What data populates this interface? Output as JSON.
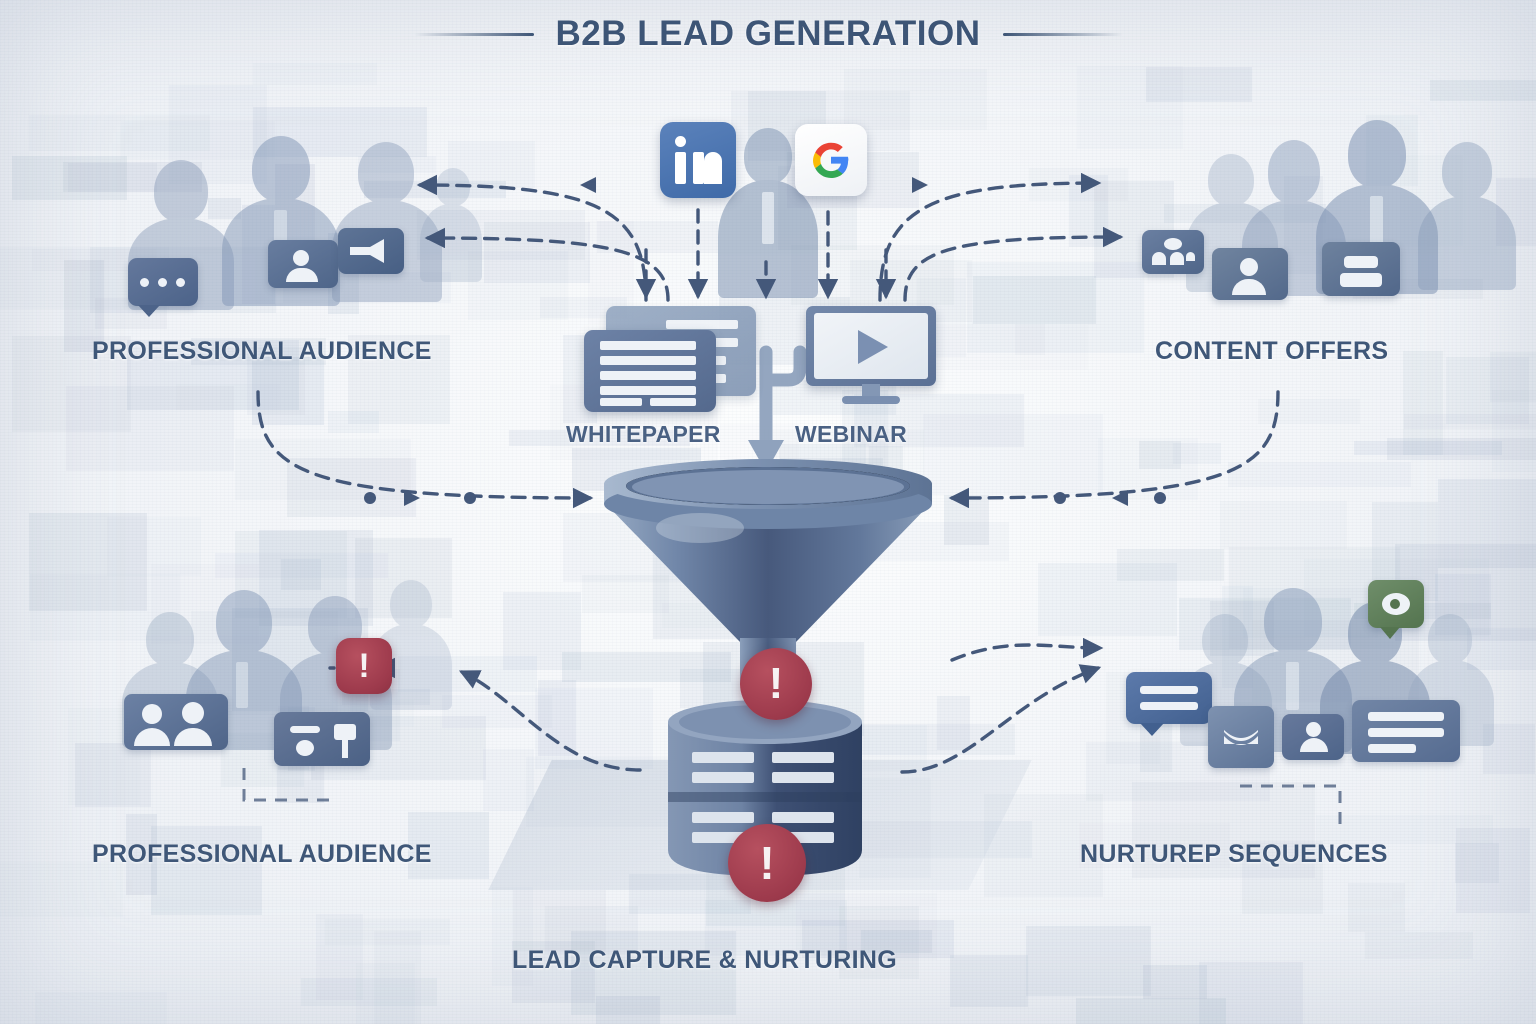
{
  "header": {
    "title": "B2B LEAD GENERATION",
    "rule_left": "horizontal-rule",
    "rule_right": "horizontal-rule"
  },
  "colors": {
    "title_navy": "#3d5576",
    "label_navy": "#3f5778",
    "arrow_navy": "#44587a",
    "silhouette_blue": "#8fa2bd",
    "card_blue": "#5c7architecture",
    "alert_red": "#9d3a4c",
    "linkedin_blue": "#4a74b0",
    "google_blue": "#4285f4",
    "google_red": "#ea4335",
    "google_yellow": "#fbbc05",
    "google_green": "#34a853",
    "accent_green": "#5f7d5a",
    "background": "#f4f6f9"
  },
  "labels": {
    "top_left": "PROFESSIONAL AUDIENCE",
    "top_right": "CONTENT OFFERS",
    "center_left": "WHITEPAPER",
    "center_right": "WEBINAR",
    "bottom_left": "PROFESSIONAL AUDIENCE",
    "bottom_right": "NURTUREP SEQUENCES",
    "bottom_center": "LEAD CAPTURE & NURTURING"
  },
  "nodes": [
    {
      "id": "source-linkedin",
      "icon": "linkedin-icon",
      "glyph": "in",
      "section": "top-center"
    },
    {
      "id": "source-google",
      "icon": "google-g-icon",
      "glyph": "G",
      "section": "top-center"
    },
    {
      "id": "source-person",
      "icon": "businessman-silhouette-icon",
      "section": "top-center"
    },
    {
      "id": "offer-whitepaper",
      "icon": "document-stack-icon",
      "label": "WHITEPAPER"
    },
    {
      "id": "offer-webinar",
      "icon": "monitor-play-icon",
      "label": "WEBINAR"
    },
    {
      "id": "funnel",
      "icon": "funnel-icon"
    },
    {
      "id": "database",
      "icon": "database-stack-icon"
    }
  ],
  "audience_top_left": {
    "icons": [
      "chat-bubble-icon",
      "contact-card-icon",
      "megaphone-icon"
    ],
    "people_count": 4
  },
  "audience_top_right": {
    "icons": [
      "group-card-icon",
      "person-card-icon",
      "briefcase-card-icon"
    ],
    "people_count": 4
  },
  "audience_bottom_left": {
    "icons": [
      "two-person-card-icon",
      "presenter-card-icon",
      "alert-badge-icon"
    ],
    "people_count": 4
  },
  "audience_bottom_right": {
    "icons": [
      "message-bubble-icon",
      "envelope-card-icon",
      "person-card-icon",
      "message-list-card-icon",
      "green-chat-bubble-icon"
    ],
    "people_count": 4
  },
  "alerts": [
    {
      "id": "funnel-output-alert",
      "symbol": "!"
    },
    {
      "id": "database-alert",
      "symbol": "!"
    },
    {
      "id": "audience-alert",
      "symbol": "!"
    }
  ],
  "flows": [
    {
      "id": "flow-source-to-audience-left",
      "style": "dashed",
      "direction": "left"
    },
    {
      "id": "flow-source-to-audience-right",
      "style": "dashed",
      "direction": "right"
    },
    {
      "id": "flow-source-to-offers",
      "style": "dashed",
      "direction": "down"
    },
    {
      "id": "flow-audience-to-funnel-left",
      "style": "dashed",
      "direction": "right"
    },
    {
      "id": "flow-offers-to-funnel-right",
      "style": "dashed",
      "direction": "left"
    },
    {
      "id": "flow-offers-into-funnel",
      "style": "solid",
      "direction": "down"
    },
    {
      "id": "flow-funnel-to-database",
      "style": "solid",
      "direction": "down"
    },
    {
      "id": "flow-database-to-audience-left",
      "style": "dashed",
      "direction": "left"
    },
    {
      "id": "flow-database-to-nurture-right",
      "style": "dashed",
      "direction": "right"
    }
  ]
}
